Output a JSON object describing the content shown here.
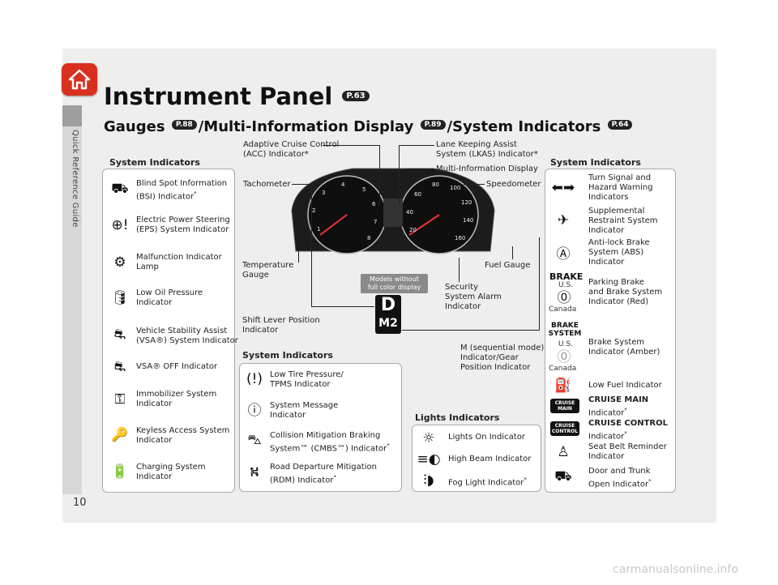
{
  "sidebar": {
    "label": "Quick Reference Guide",
    "home_icon": "home-icon"
  },
  "page_number": "10",
  "watermark": "carmanualsonline.info",
  "title": {
    "text": "Instrument Panel",
    "ref": "P.63"
  },
  "subtitle": {
    "gauges": "Gauges",
    "gauges_ref": "P.88",
    "mid": "/Multi-Information Display",
    "mid_ref": "P.89",
    "end": "/System Indicators",
    "end_ref": "P.64"
  },
  "left_panel": {
    "heading": "System Indicators",
    "items": [
      {
        "icon": "blind-spot-icon",
        "line1": "Blind Spot Information",
        "line2": "(BSI) Indicator",
        "star": "*"
      },
      {
        "icon": "eps-icon",
        "line1": "Electric Power Steering",
        "line2": "(EPS) System Indicator",
        "star": ""
      },
      {
        "icon": "engine-icon",
        "line1": "Malfunction Indicator",
        "line2": "Lamp",
        "star": ""
      },
      {
        "icon": "oil-can-icon",
        "line1": "Low Oil Pressure",
        "line2": "Indicator",
        "star": ""
      },
      {
        "icon": "vsa-icon",
        "line1": "Vehicle Stability Assist",
        "line2": "(VSA®) System Indicator",
        "star": ""
      },
      {
        "icon": "vsa-off-icon",
        "line1": "VSA® OFF Indicator",
        "line2": "",
        "star": ""
      },
      {
        "icon": "key-icon",
        "line1": "Immobilizer System",
        "line2": "Indicator",
        "star": ""
      },
      {
        "icon": "keyless-icon",
        "line1": "Keyless Access System",
        "line2": "Indicator",
        "star": ""
      },
      {
        "icon": "battery-icon",
        "line1": "Charging System",
        "line2": "Indicator",
        "star": ""
      }
    ]
  },
  "center_panel": {
    "heading": "System Indicators",
    "items": [
      {
        "icon": "tpms-icon",
        "line1": "Low Tire Pressure/",
        "line2": "TPMS Indicator",
        "star": ""
      },
      {
        "icon": "info-icon",
        "line1": "System Message",
        "line2": "Indicator",
        "star": ""
      },
      {
        "icon": "cmbs-icon",
        "line1": "Collision Mitigation Braking",
        "line2": "System™ (CMBS™) Indicator",
        "star": "*"
      },
      {
        "icon": "rdm-icon",
        "line1": "Road Departure Mitigation",
        "line2": "(RDM) Indicator",
        "star": "*"
      }
    ]
  },
  "lights_panel": {
    "heading": "Lights Indicators",
    "items": [
      {
        "icon": "lights-on-icon",
        "line1": "Lights On Indicator",
        "star": ""
      },
      {
        "icon": "high-beam-icon",
        "line1": "High Beam Indicator",
        "star": ""
      },
      {
        "icon": "fog-light-icon",
        "line1": "Fog Light Indicator",
        "star": "*"
      }
    ]
  },
  "right_panel": {
    "heading": "System Indicators",
    "items": [
      {
        "icon": "turn-signal-icon",
        "line1": "Turn Signal and",
        "line2": "Hazard Warning",
        "line3": "Indicators"
      },
      {
        "icon": "srs-icon",
        "line1": "Supplemental",
        "line2": "Restraint System",
        "line3": "Indicator"
      },
      {
        "icon": "abs-icon",
        "line1": "Anti-lock Brake",
        "line2": "System (ABS)",
        "line3": "Indicator"
      },
      {
        "icon": "parking-brake-icon",
        "line1": "Parking Brake",
        "line2": "and Brake System",
        "line3": "Indicator (Red)"
      },
      {
        "icon": "brake-system-icon",
        "line1": "Brake System",
        "line2": "Indicator (Amber)",
        "line3": ""
      },
      {
        "icon": "fuel-pump-icon",
        "line1": "Low Fuel Indicator",
        "line2": "",
        "line3": ""
      },
      {
        "icon": "cruise-main-icon",
        "line1": "CRUISE MAIN",
        "line2": "Indicator",
        "line3": ""
      },
      {
        "icon": "cruise-control-icon",
        "line1": "CRUISE CONTROL",
        "line2": "Indicator",
        "line3": ""
      },
      {
        "icon": "seat-belt-icon",
        "line1": "Seat Belt Reminder",
        "line2": "Indicator",
        "line3": ""
      },
      {
        "icon": "door-icon",
        "line1": "Door and Trunk",
        "line2": "Open Indicator",
        "line3": ""
      }
    ],
    "region_us": "U.S.",
    "region_canada": "Canada",
    "brake_label": "BRAKE",
    "brake_system_label": "BRAKE SYSTEM",
    "cruise_main_badge": "CRUISE MAIN",
    "cruise_control_badge": "CRUISE CONTROL"
  },
  "callouts": {
    "acc": {
      "line1": "Adaptive Cruise Control",
      "line2": "(ACC) Indicator*"
    },
    "lkas": {
      "line1": "Lane Keeping Assist",
      "line2": "System (LKAS) Indicator*"
    },
    "mid": "Multi-Information Display",
    "tachometer": "Tachometer",
    "speedometer": "Speedometer",
    "temp": {
      "line1": "Temperature",
      "line2": "Gauge"
    },
    "fuel": "Fuel Gauge",
    "security": {
      "line1": "Security",
      "line2": "System Alarm",
      "line3": "Indicator"
    },
    "shift": {
      "line1": "Shift Lever Position",
      "line2": "Indicator"
    },
    "m_seq": {
      "line1": "M (sequential mode)",
      "line2": "Indicator/Gear",
      "line3": "Position Indicator"
    },
    "models_note": "Models without full color display"
  },
  "cluster": {
    "tach_numbers": [
      "1",
      "2",
      "3",
      "4",
      "5",
      "6",
      "7",
      "8"
    ],
    "speed_numbers": [
      "20",
      "40",
      "60",
      "80",
      "100",
      "120",
      "140",
      "160"
    ],
    "gear_letter": "D",
    "seq_letter": "M",
    "seq_number": "2"
  }
}
